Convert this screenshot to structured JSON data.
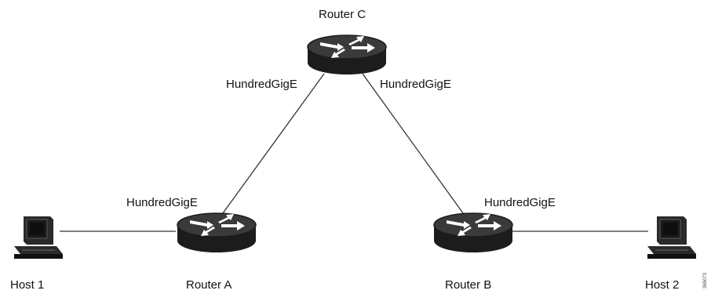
{
  "diagram": {
    "nodes": {
      "router_c": {
        "label": "Router C",
        "icon": "router-icon"
      },
      "router_a": {
        "label": "Router A",
        "icon": "router-icon"
      },
      "router_b": {
        "label": "Router B",
        "icon": "router-icon"
      },
      "host_1": {
        "label": "Host 1",
        "icon": "computer-icon"
      },
      "host_2": {
        "label": "Host 2",
        "icon": "computer-icon"
      }
    },
    "links": [
      {
        "from": "Router A",
        "to": "Router C"
      },
      {
        "from": "Router C",
        "to": "Router B"
      },
      {
        "from": "Host 1",
        "to": "Router A"
      },
      {
        "from": "Router B",
        "to": "Host 2"
      }
    ],
    "interface_labels": {
      "c_left": "HundredGigE",
      "c_right": "HundredGigE",
      "a_top": "HundredGigE",
      "b_top": "HundredGigE"
    },
    "figure_id": "365073",
    "colors": {
      "line": "#333333",
      "device": "#1c1c1c",
      "device_top": "#3a3a3a",
      "arrow": "#ffffff",
      "background": "#ffffff"
    }
  }
}
